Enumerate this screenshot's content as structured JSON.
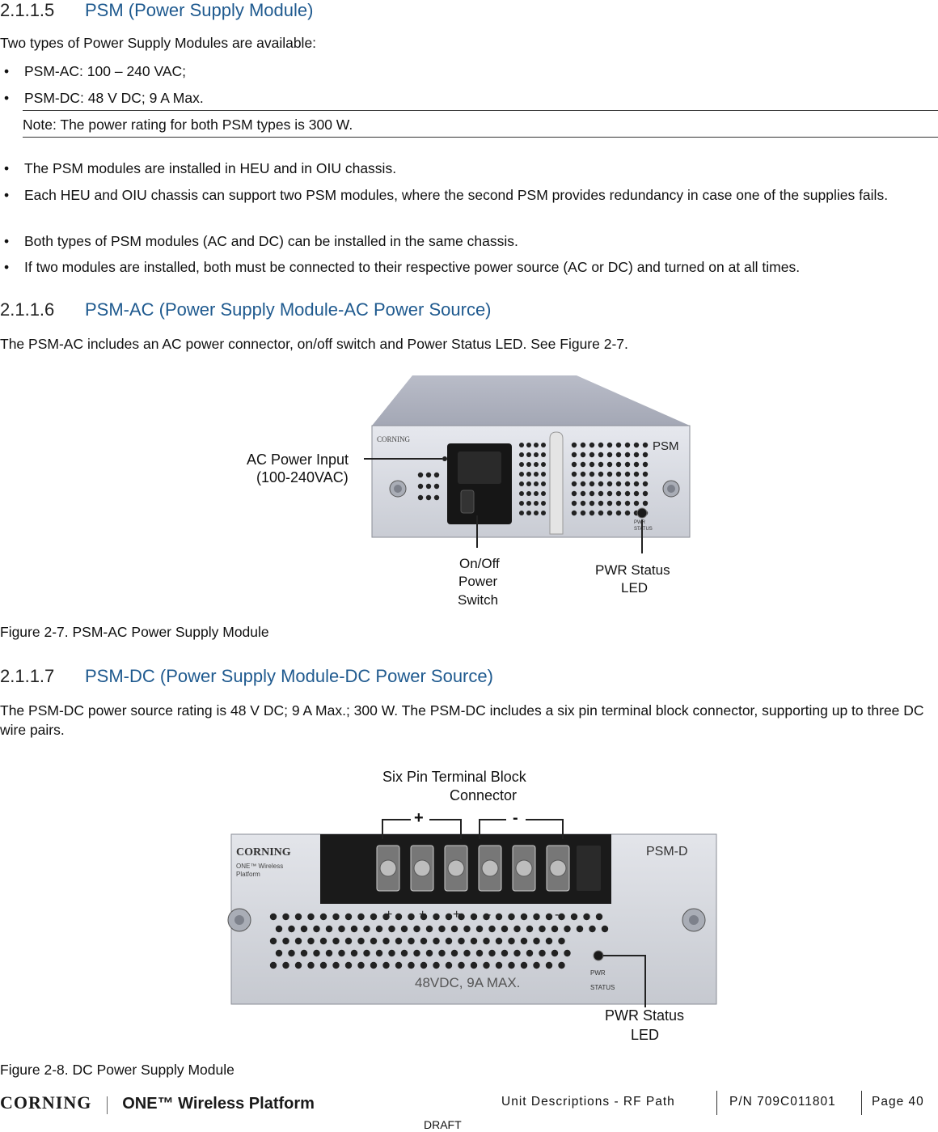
{
  "sections": [
    {
      "number": "2.1.1.5",
      "title": "PSM (Power Supply Module)"
    },
    {
      "number": "2.1.1.6",
      "title": "PSM-AC (Power Supply Module-AC Power Source)"
    },
    {
      "number": "2.1.1.7",
      "title": "PSM-DC (Power Supply Module-DC Power Source)"
    }
  ],
  "psm": {
    "intro": "Two types of Power Supply Modules are available:",
    "types": [
      "PSM-AC: 100 – 240 VAC;",
      "PSM-DC: 48 V DC; 9 A Max."
    ],
    "note": "Note: The power rating for both PSM types is 300 W.",
    "bullets": [
      "The PSM modules are installed in HEU and in OIU chassis.",
      "Each HEU and OIU chassis can support two PSM modules, where the second PSM provides redundancy in case one of the supplies fails.",
      "Both types of PSM modules (AC and DC) can be installed in the same chassis.",
      "If two modules are installed, both must be connected to their respective power source (AC or DC) and turned on at all times."
    ]
  },
  "psm_ac": {
    "text": "The PSM-AC includes an AC power connector, on/off switch and Power Status LED. See Figure 2-7.",
    "figure": {
      "brand": "CORNING",
      "module": "PSM",
      "labels": {
        "input_line1": "AC Power Input",
        "input_line2": "(100-240VAC)",
        "switch_line1": "On/Off",
        "switch_line2": "Power",
        "switch_line3": "Switch",
        "led_line1": "PWR Status",
        "led_line2": "LED"
      },
      "pwr_line1": "PWR",
      "pwr_line2": "STATUS"
    },
    "caption": "Figure 2-7. PSM-AC Power Supply Module"
  },
  "psm_dc": {
    "text": "The PSM-DC power source rating is 48 V DC; 9 A Max.; 300 W. The PSM-DC includes a six pin terminal block connector, supporting up to three DC wire pairs.",
    "figure": {
      "brand": "CORNING",
      "sub1": "ONE™ Wireless",
      "sub2": "Platform",
      "module": "PSM-D",
      "rating": "48VDC, 9A MAX.",
      "labels": {
        "terminal_line1": "Six Pin Terminal Block",
        "terminal_line2": "Connector",
        "plus": "+",
        "minus": "-",
        "led_line1": "PWR Status",
        "led_line2": "LED"
      },
      "pin_signs": [
        "+",
        "+",
        "+",
        "-",
        "-",
        "-"
      ],
      "pwr_line1": "PWR",
      "pwr_line2": "STATUS"
    },
    "caption": "Figure 2-8. DC Power Supply Module"
  },
  "footer": {
    "logo_brand": "CORNING",
    "logo_product": "ONE™ Wireless Platform",
    "section": "Unit Descriptions - RF Path",
    "pn": "P/N 709C011801",
    "page": "Page 40",
    "draft": "DRAFT"
  }
}
